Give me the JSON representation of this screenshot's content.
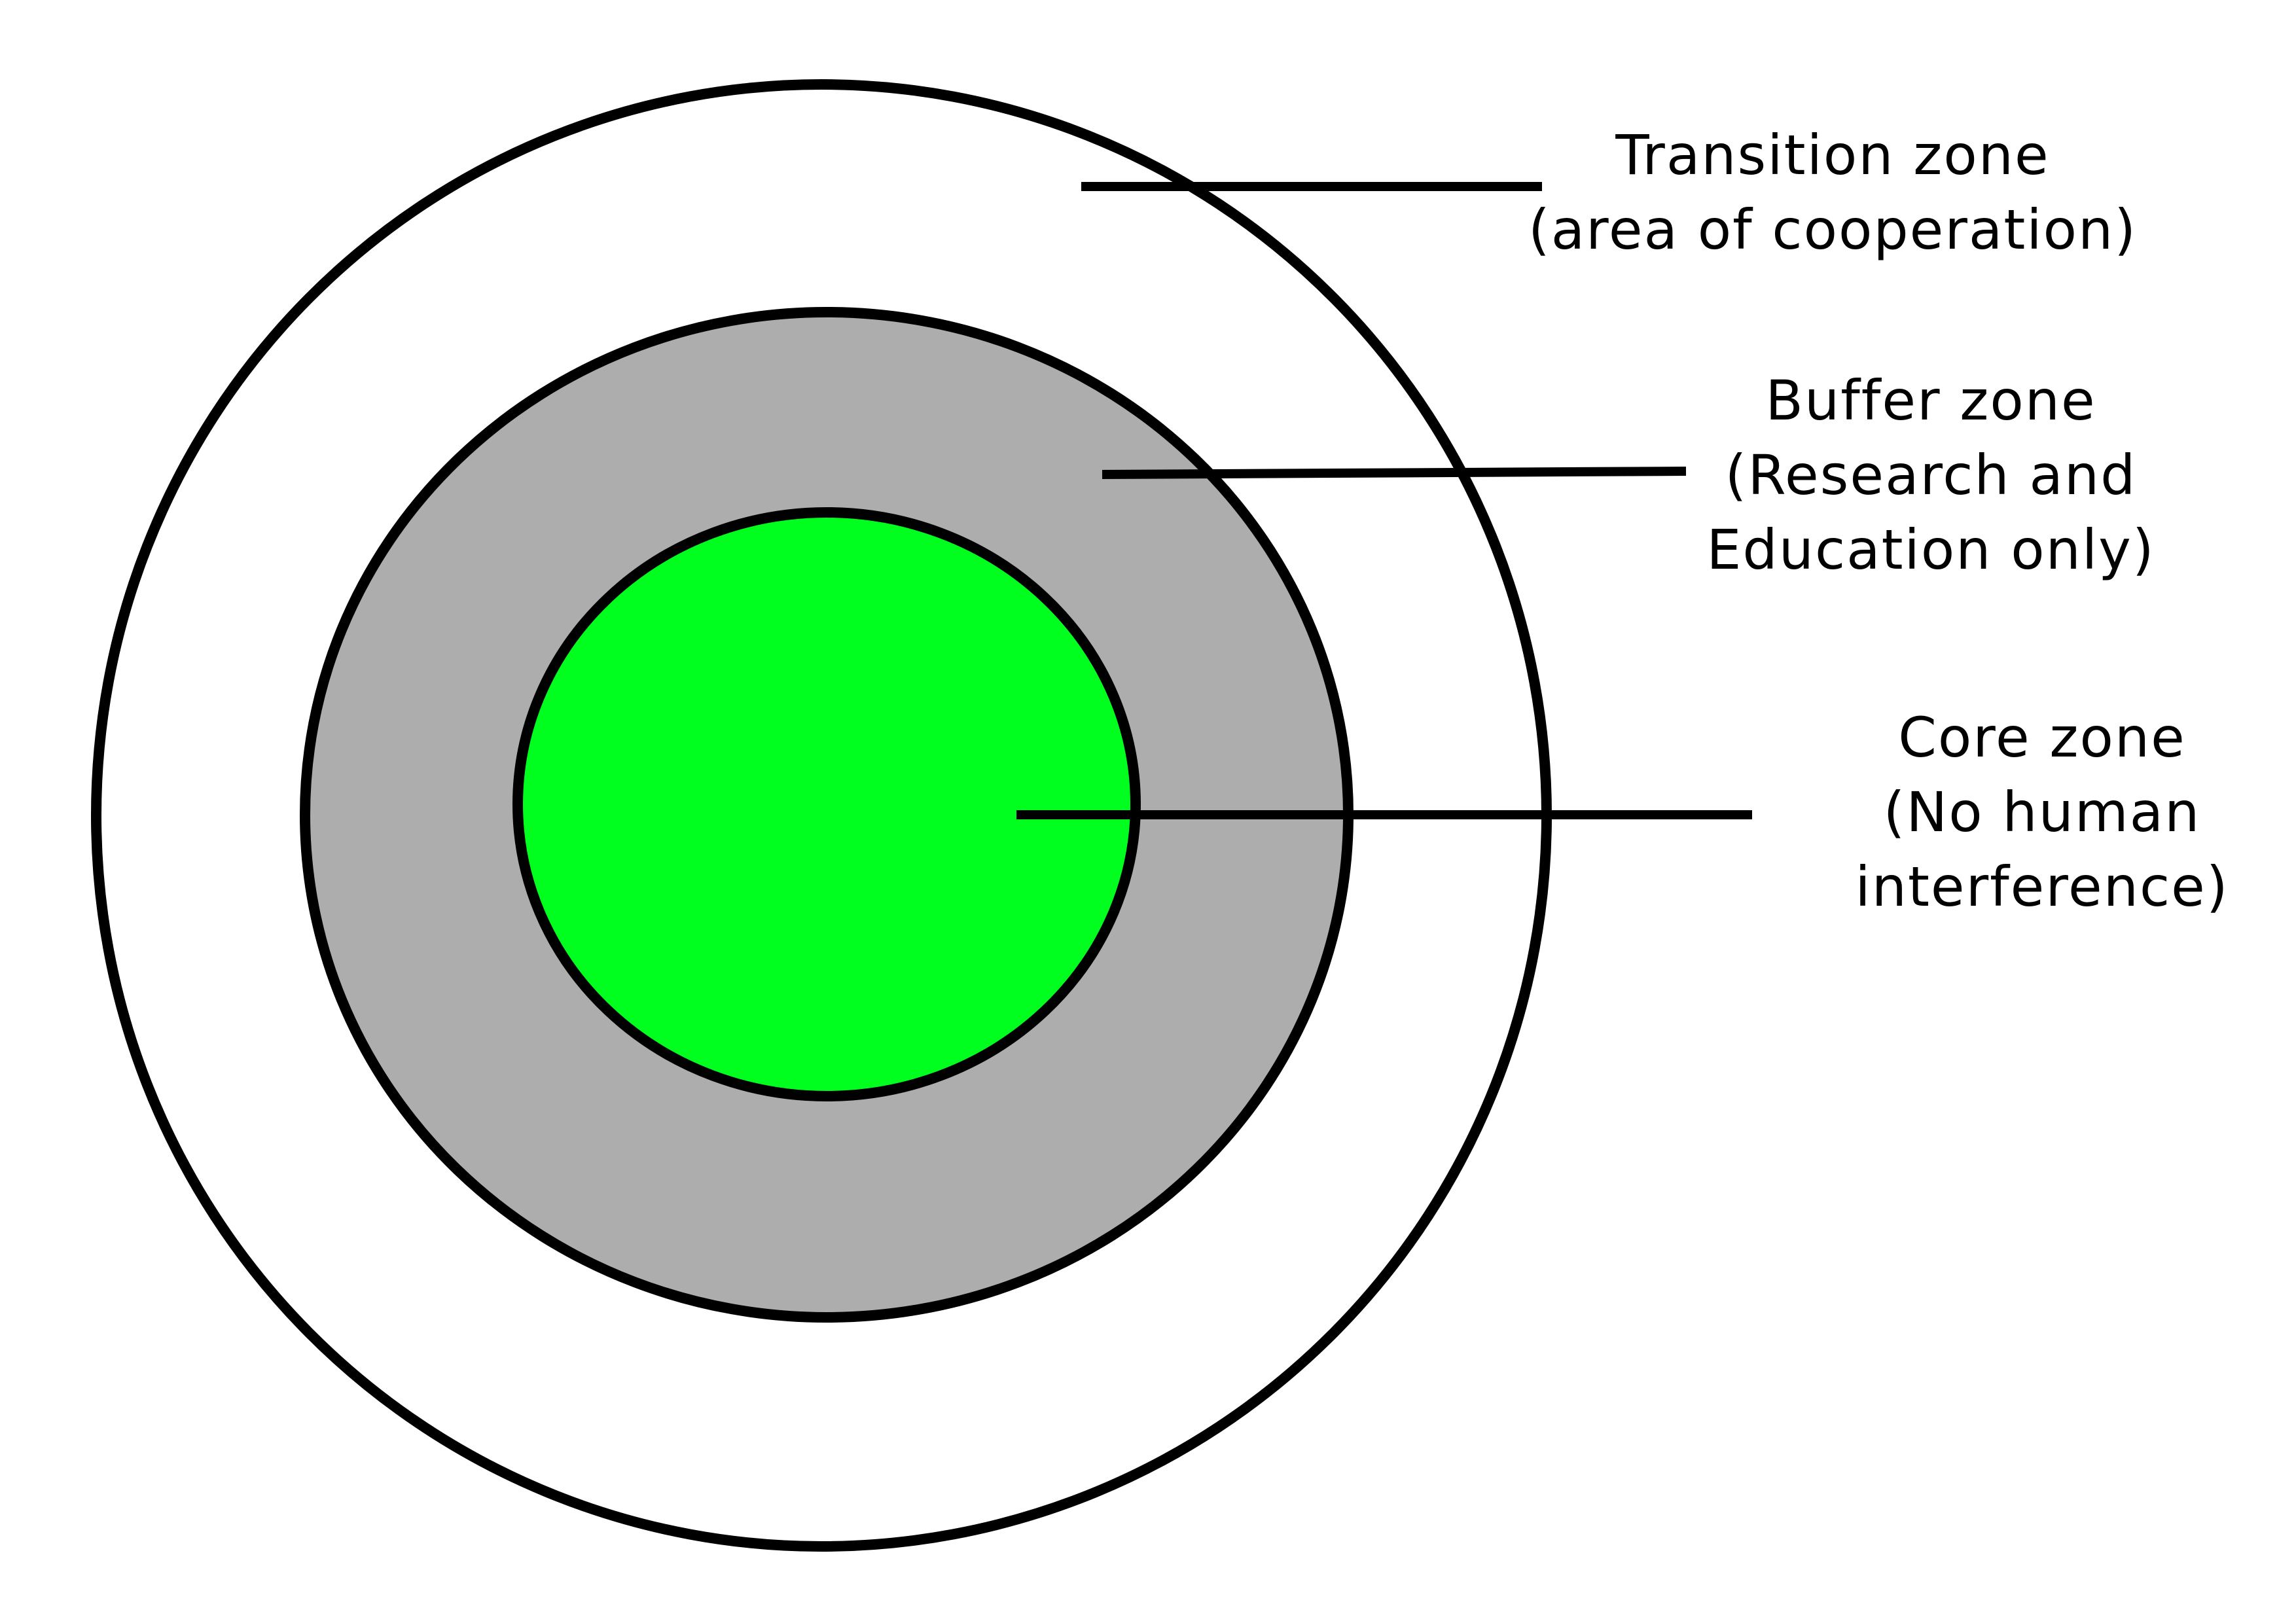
{
  "zones": [
    {
      "id": "transition",
      "title": "Transition zone",
      "detail": "(area of cooperation)",
      "fill": "#ffffff"
    },
    {
      "id": "buffer",
      "title": "Buffer zone",
      "detail": "(Research and",
      "detail2": "Education only)",
      "fill": "#adadad"
    },
    {
      "id": "core",
      "title": "Core zone",
      "detail": "(No human",
      "detail2": "interference)",
      "fill": "#00ff1e"
    }
  ],
  "colors": {
    "outline": "#000000",
    "background": "#ffffff"
  }
}
